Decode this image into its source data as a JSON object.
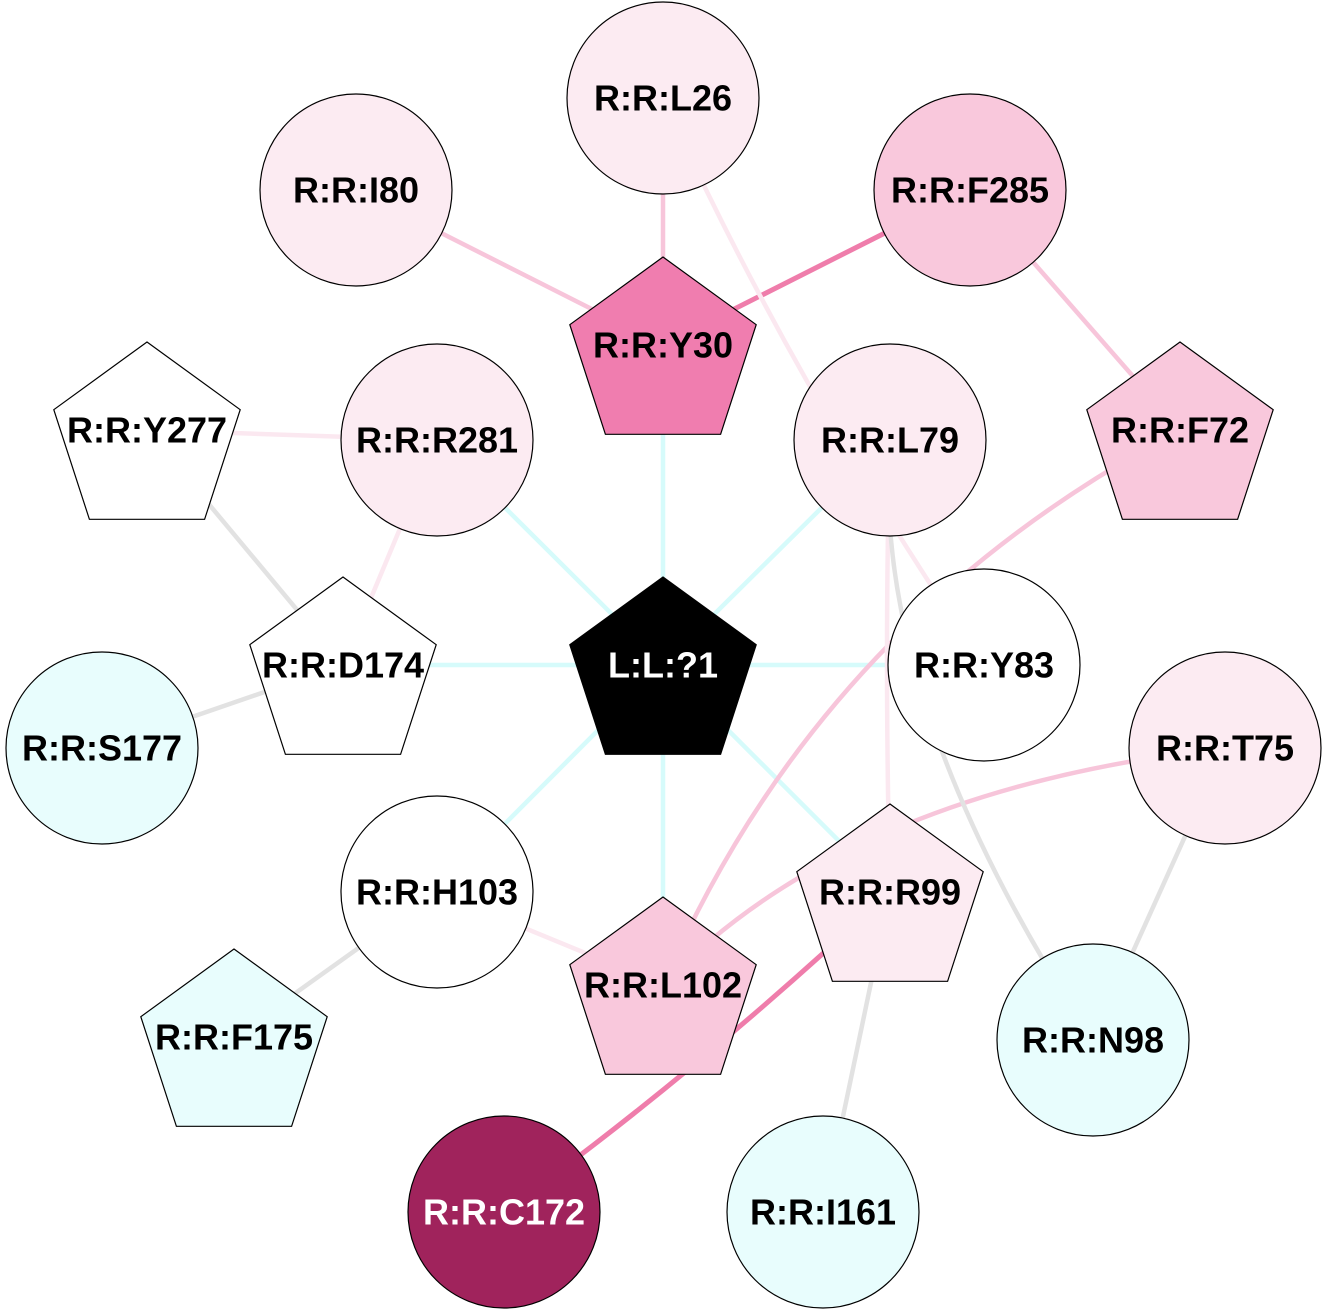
{
  "colors": {
    "cyan_edge": "#d6fbfb",
    "pink_light": "#fbe8f0",
    "pink": "#f7c5da",
    "pink_dark": "#ef7dab",
    "gray": "#e2e2e2"
  },
  "nodes": [
    {
      "id": "L:L:?1",
      "shape": "pentagon",
      "fill": "#000000",
      "text": "#ffffff"
    },
    {
      "id": "R:R:L26",
      "shape": "circle",
      "fill": "#fcebf2",
      "text": "#000000"
    },
    {
      "id": "R:R:I80",
      "shape": "circle",
      "fill": "#fcebf2",
      "text": "#000000"
    },
    {
      "id": "R:R:F285",
      "shape": "circle",
      "fill": "#f9c8dc",
      "text": "#000000"
    },
    {
      "id": "R:R:Y30",
      "shape": "pentagon",
      "fill": "#f07daf",
      "text": "#000000"
    },
    {
      "id": "R:R:Y277",
      "shape": "pentagon",
      "fill": "#ffffff",
      "text": "#000000"
    },
    {
      "id": "R:R:R281",
      "shape": "circle",
      "fill": "#fcebf2",
      "text": "#000000"
    },
    {
      "id": "R:R:L79",
      "shape": "circle",
      "fill": "#fcebf2",
      "text": "#000000"
    },
    {
      "id": "R:R:F72",
      "shape": "pentagon",
      "fill": "#f9c8dc",
      "text": "#000000"
    },
    {
      "id": "R:R:D174",
      "shape": "pentagon",
      "fill": "#ffffff",
      "text": "#000000"
    },
    {
      "id": "R:R:Y83",
      "shape": "circle",
      "fill": "#ffffff",
      "text": "#000000"
    },
    {
      "id": "R:R:S177",
      "shape": "circle",
      "fill": "#e8fdfd",
      "text": "#000000"
    },
    {
      "id": "R:R:T75",
      "shape": "circle",
      "fill": "#fcebf2",
      "text": "#000000"
    },
    {
      "id": "R:R:H103",
      "shape": "circle",
      "fill": "#ffffff",
      "text": "#000000"
    },
    {
      "id": "R:R:R99",
      "shape": "pentagon",
      "fill": "#fcebf2",
      "text": "#000000"
    },
    {
      "id": "R:R:L102",
      "shape": "pentagon",
      "fill": "#f9c8dc",
      "text": "#000000"
    },
    {
      "id": "R:R:F175",
      "shape": "pentagon",
      "fill": "#e8fdfd",
      "text": "#000000"
    },
    {
      "id": "R:R:N98",
      "shape": "circle",
      "fill": "#e8fdfd",
      "text": "#000000"
    },
    {
      "id": "R:R:C172",
      "shape": "circle",
      "fill": "#a0235c",
      "text": "#ffffff"
    },
    {
      "id": "R:R:I161",
      "shape": "circle",
      "fill": "#e8fdfd",
      "text": "#000000"
    }
  ],
  "edges": [
    [
      "L:L:?1",
      "R:R:Y30",
      "cyan_edge"
    ],
    [
      "L:L:?1",
      "R:R:R281",
      "cyan_edge"
    ],
    [
      "L:L:?1",
      "R:R:L79",
      "cyan_edge"
    ],
    [
      "L:L:?1",
      "R:R:D174",
      "cyan_edge"
    ],
    [
      "L:L:?1",
      "R:R:Y83",
      "cyan_edge"
    ],
    [
      "L:L:?1",
      "R:R:H103",
      "cyan_edge"
    ],
    [
      "L:L:?1",
      "R:R:L102",
      "cyan_edge"
    ],
    [
      "L:L:?1",
      "R:R:R99",
      "cyan_edge"
    ],
    [
      "R:R:L26",
      "R:R:Y30",
      "pink"
    ],
    [
      "R:R:I80",
      "R:R:Y30",
      "pink"
    ],
    [
      "R:R:F285",
      "R:R:Y30",
      "pink_dark"
    ],
    [
      "R:R:F285",
      "R:R:F72",
      "pink"
    ],
    [
      "R:R:L26",
      "R:R:Y83",
      "pink_light"
    ],
    [
      "R:R:Y277",
      "R:R:R281",
      "pink_light"
    ],
    [
      "R:R:Y277",
      "R:R:D174",
      "gray"
    ],
    [
      "R:R:R281",
      "R:R:D174",
      "pink_light"
    ],
    [
      "R:R:D174",
      "R:R:S177",
      "gray"
    ],
    [
      "R:R:F72",
      "R:R:L102",
      "pink"
    ],
    [
      "R:R:T75",
      "R:R:L102",
      "pink"
    ],
    [
      "R:R:L79",
      "R:R:R99",
      "pink_light"
    ],
    [
      "R:R:L79",
      "R:R:N98",
      "gray"
    ],
    [
      "R:R:T75",
      "R:R:N98",
      "gray"
    ],
    [
      "R:R:R99",
      "R:R:I161",
      "gray"
    ],
    [
      "R:R:H103",
      "R:R:F175",
      "gray"
    ],
    [
      "R:R:H103",
      "R:R:L102",
      "pink_light"
    ],
    [
      "R:R:R99",
      "R:R:C172",
      "pink_dark"
    ]
  ]
}
